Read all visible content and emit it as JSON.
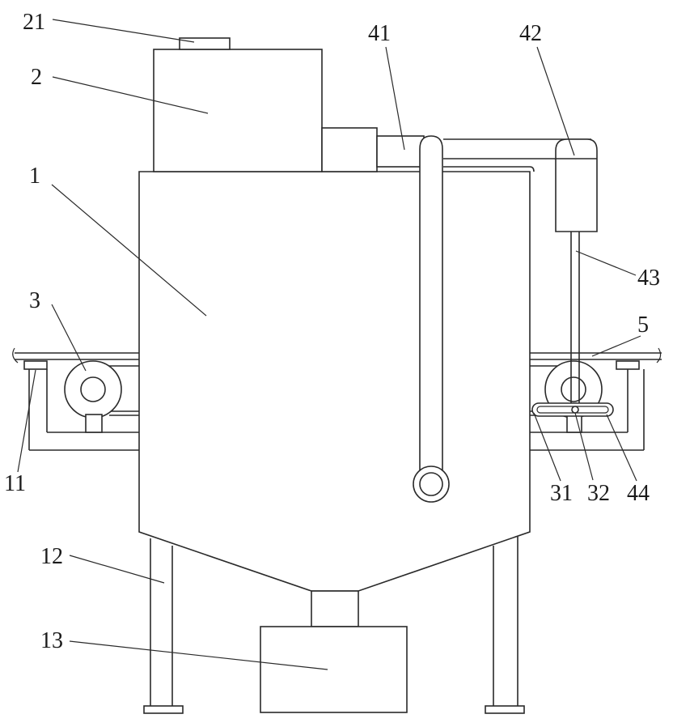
{
  "labels": {
    "l21": "21",
    "l2": "2",
    "l41": "41",
    "l42": "42",
    "l1": "1",
    "l43": "43",
    "l3": "3",
    "l5": "5",
    "l11": "11",
    "l31": "31",
    "l32": "32",
    "l44": "44",
    "l12": "12",
    "l13": "13"
  }
}
